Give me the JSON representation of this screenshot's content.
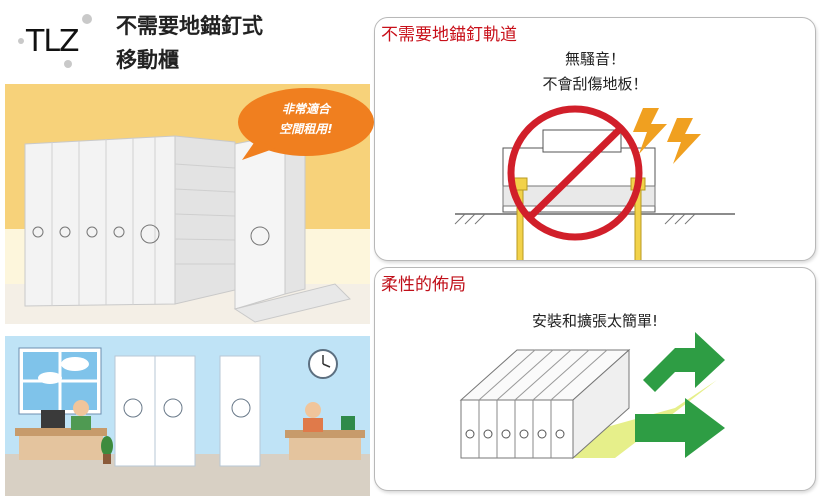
{
  "header": {
    "logo_text": "TLZ",
    "title_line1": "不需要地錨釘式",
    "title_line2": "移動櫃"
  },
  "badge": {
    "line1": "非常適合",
    "line2": "空間租用!"
  },
  "panel_top": {
    "title": "不需要地錨釘軌道",
    "line1": "無騷音！",
    "line2": "不會刮傷地板！"
  },
  "panel_bottom": {
    "title": "柔性的佈局",
    "line1": "安裝和擴張太簡單!"
  },
  "colors": {
    "accent_red": "#c8101a",
    "badge_orange": "#f07f1f",
    "arrow_green": "#2e9d44",
    "highlight_yellow": "#e6ef8a",
    "bolt_orange": "#f0a020"
  },
  "icons": [
    "no-sign-icon",
    "lightning-icon",
    "arrow-icon",
    "clock-icon",
    "cloud-icon"
  ]
}
